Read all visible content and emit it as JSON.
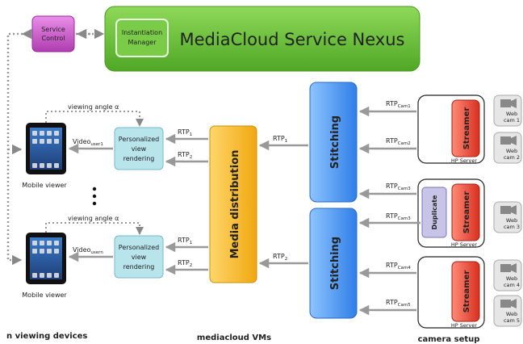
{
  "nexus": {
    "title": "MediaCloud Service Nexus",
    "instantiation_line1": "Instantiation",
    "instantiation_line2": "Manager"
  },
  "service_control": {
    "line1": "Service",
    "line2": "Control"
  },
  "viewers": [
    {
      "label": "Mobile viewer",
      "video": "Video",
      "video_sub": "user1"
    },
    {
      "label": "Mobile viewer",
      "video": "Video",
      "video_sub": "usern"
    }
  ],
  "viewing_angle": "viewing angle α",
  "pvr": {
    "line1": "Personalized",
    "line2": "view",
    "line3": "rendering"
  },
  "rtp": {
    "base": "RTP",
    "sub1": "1",
    "sub2": "2"
  },
  "media_distribution": "Media distribution",
  "stitching": "Stitching",
  "cams": [
    {
      "rtp_sub": "Cam1",
      "label1": "Web",
      "label2": "cam 1"
    },
    {
      "rtp_sub": "Cam2",
      "label1": "Web",
      "label2": "cam 2"
    },
    {
      "rtp_sub": "Cam3",
      "label1": "Web",
      "label2": "cam 3"
    },
    {
      "rtp_sub": "Cam4",
      "label1": "Web",
      "label2": "cam 4"
    },
    {
      "rtp_sub": "Cam5",
      "label1": "Web",
      "label2": "cam 5"
    }
  ],
  "streamer": "Streamer",
  "duplicate": "Duplicate",
  "hp_server": "HP Server",
  "footer": {
    "left": "n viewing devices",
    "middle": "mediacloud VMs",
    "right": "camera setup"
  },
  "colors": {
    "nexus_green": "#6fc23a",
    "service_purple": "#c84fc8",
    "stitch_blue": "#4a90f0",
    "media_orange": "#f5b51c",
    "pvr_cyan": "#b8e4ec",
    "streamer_red": "#e84a3a",
    "duplicate_lavender": "#c8c4e8"
  }
}
